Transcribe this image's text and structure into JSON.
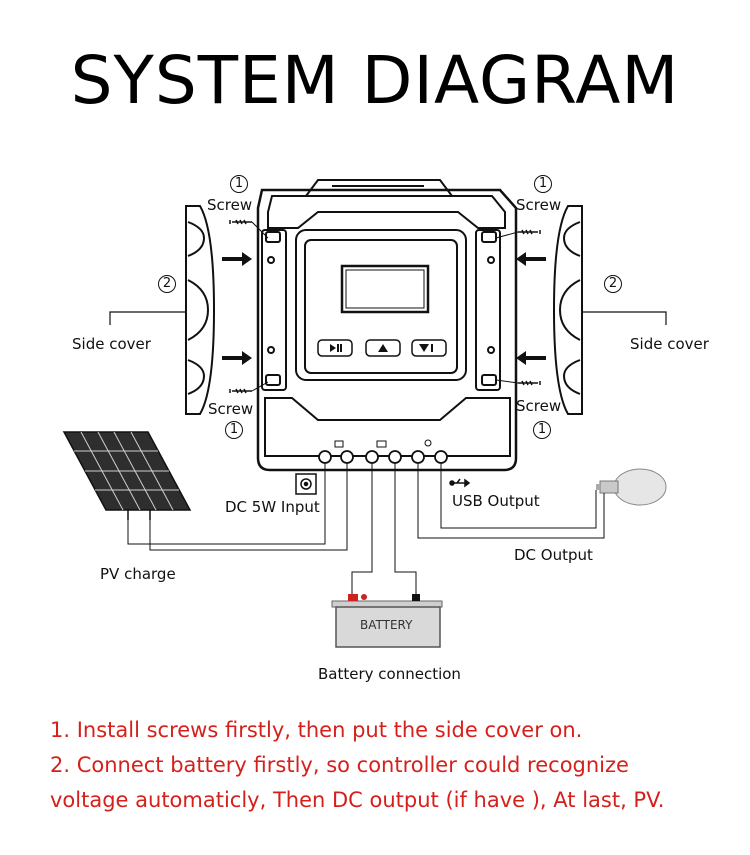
{
  "title": "SYSTEM DIAGRAM",
  "labels": {
    "screw": "Screw",
    "side_cover": "Side cover",
    "dc5w_input": "DC 5W Input",
    "usb_output": "USB Output",
    "dc_output": "DC Output",
    "pv_charge": "PV charge",
    "battery": "BATTERY",
    "battery_connection": "Battery connection",
    "marker_1": "1",
    "marker_2": "2"
  },
  "notes": [
    "1. Install screws firstly, then put the side cover on.",
    "2. Connect battery firstly, so controller could recognize",
    "voltage automaticly, Then DC output (if have ), At last, PV."
  ],
  "colors": {
    "note_text": "#d6201c",
    "line": "#111111"
  },
  "icons": [
    "screw-icon",
    "arrow-icon",
    "usb-icon",
    "solar-panel-icon",
    "light-bulb-icon",
    "battery-icon",
    "play-pause-icon",
    "up-icon",
    "down-icon"
  ]
}
